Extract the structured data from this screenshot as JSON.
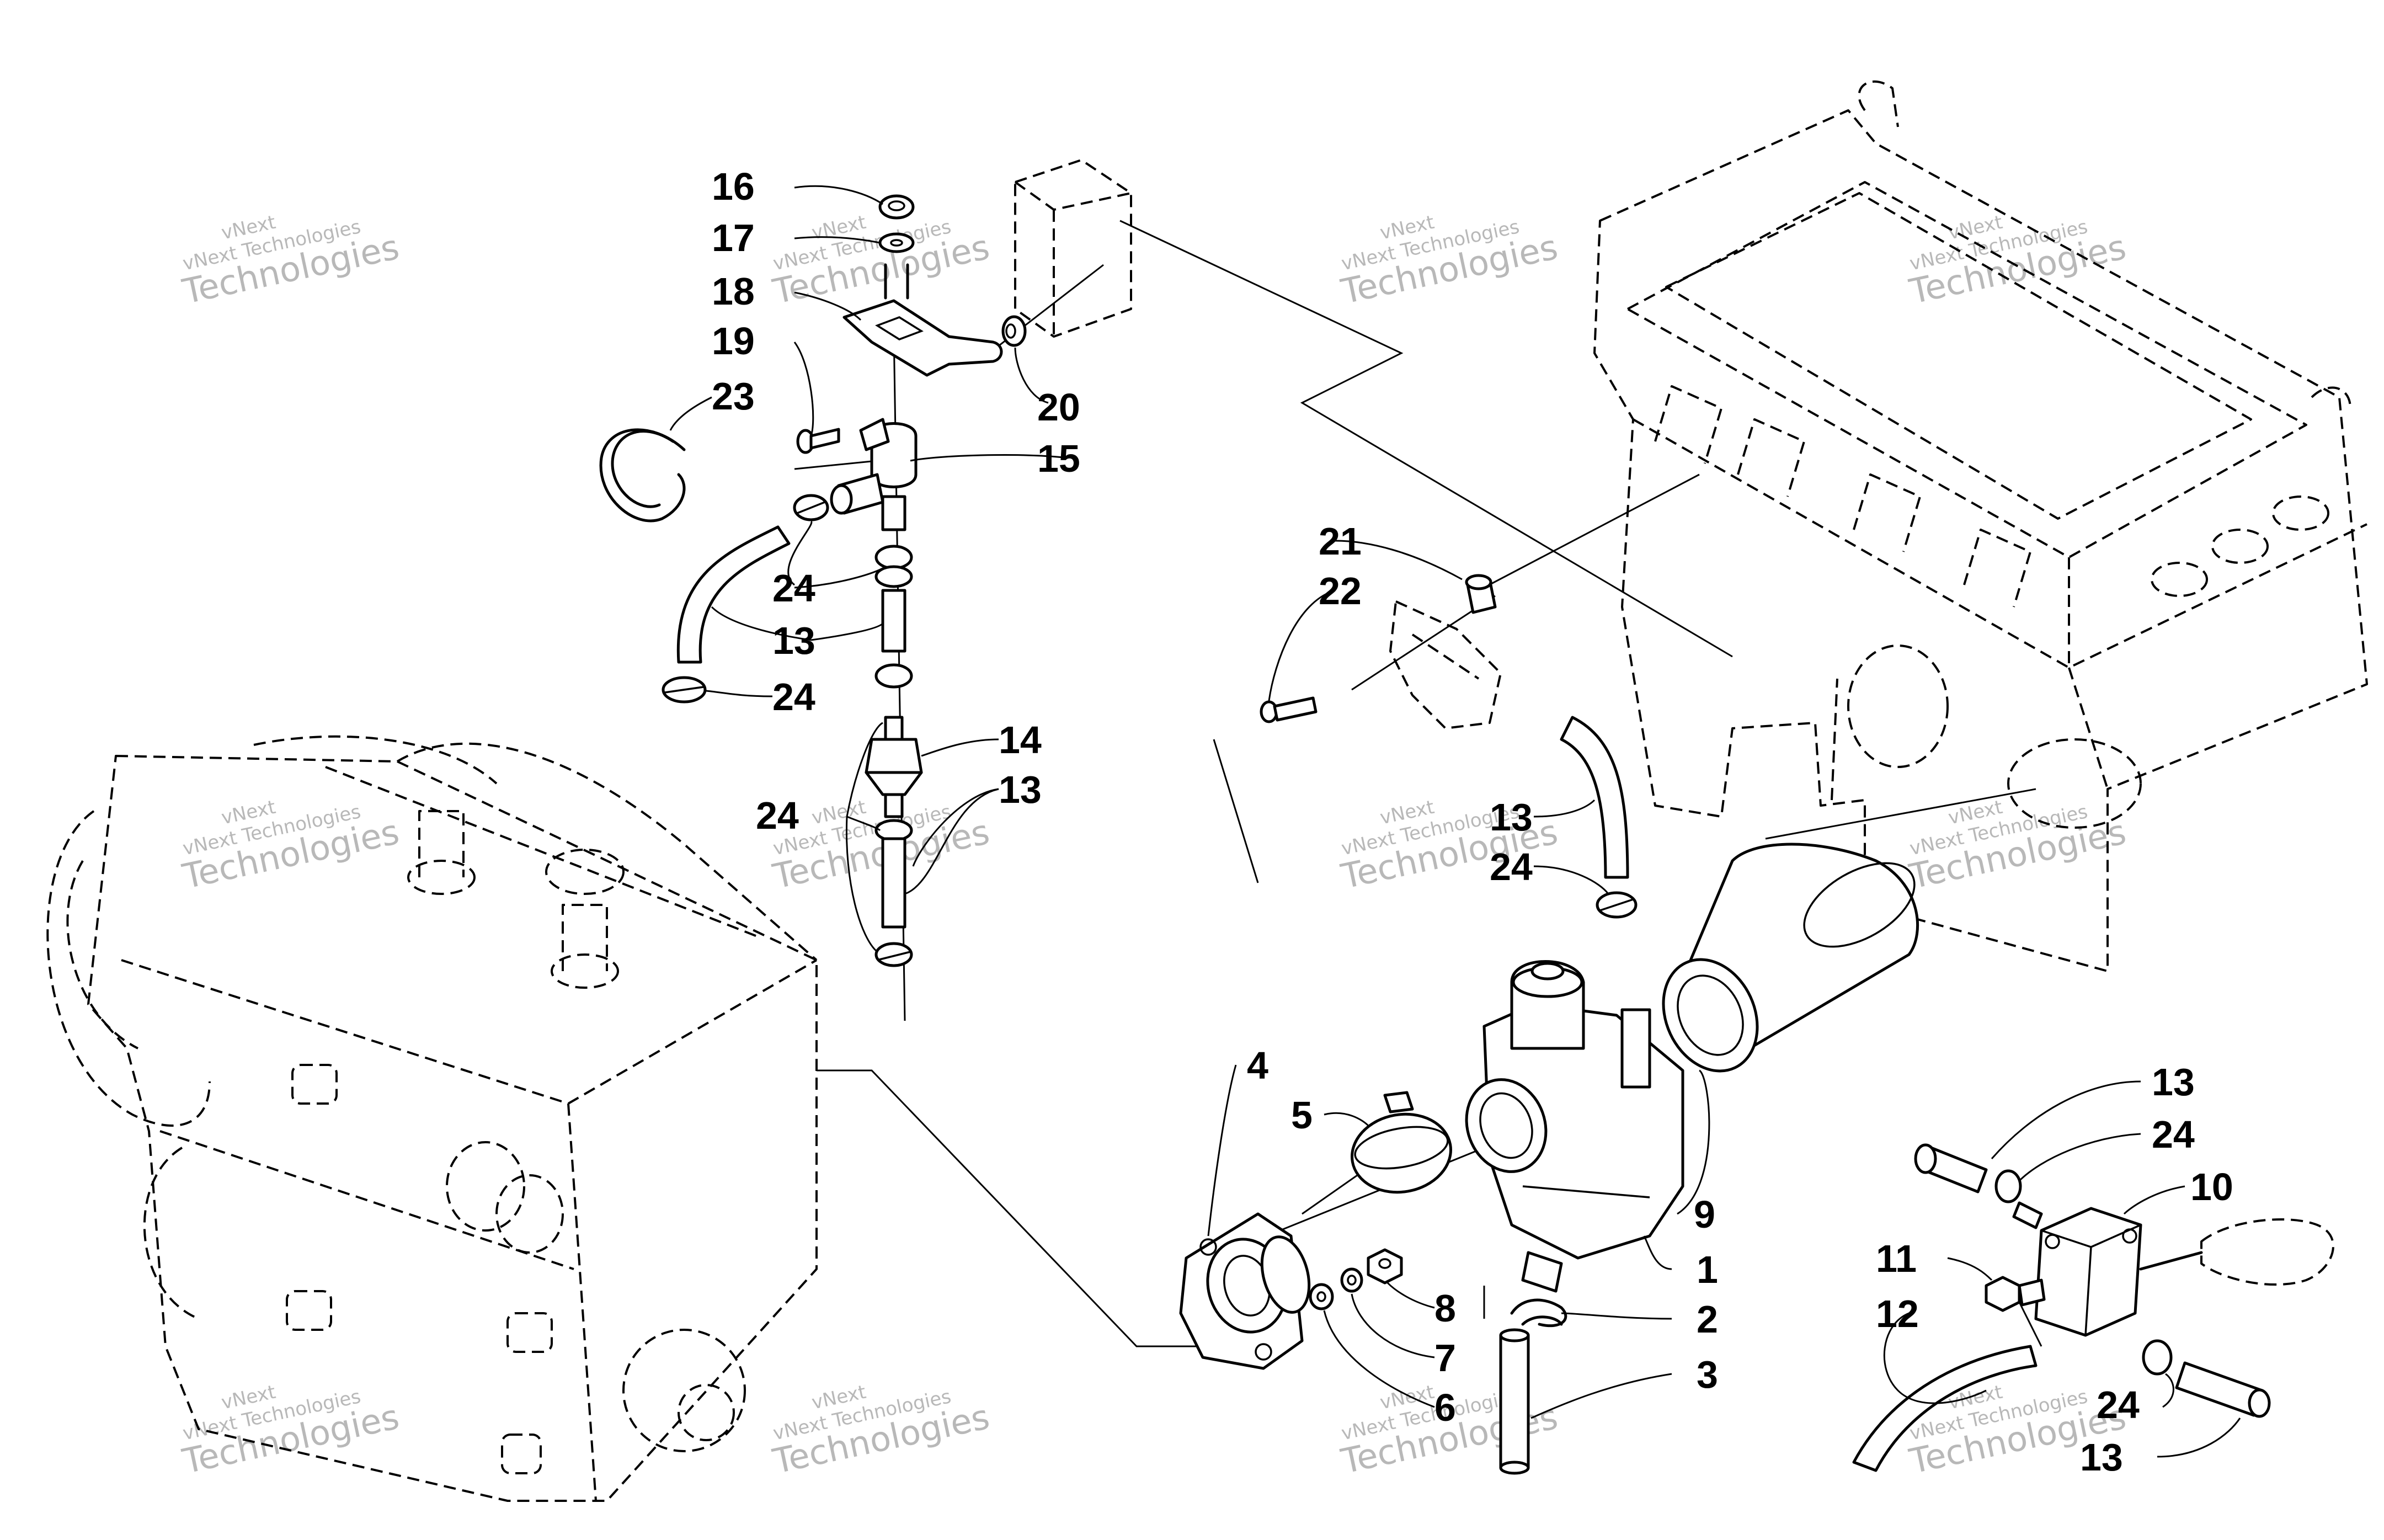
{
  "callouts": {
    "c1": "1",
    "c2": "2",
    "c3": "3",
    "c4": "4",
    "c5": "5",
    "c6": "6",
    "c7": "7",
    "c8": "8",
    "c9": "9",
    "c10": "10",
    "c11": "11",
    "c12": "12",
    "c13a": "13",
    "c13b": "13",
    "c13c": "13",
    "c13d": "13",
    "c13e": "13",
    "c14": "14",
    "c15": "15",
    "c16": "16",
    "c17": "17",
    "c18": "18",
    "c19": "19",
    "c20": "20",
    "c21": "21",
    "c22": "22",
    "c23": "23",
    "c24a": "24",
    "c24b": "24",
    "c24c": "24",
    "c24d": "24",
    "c24e": "24",
    "c24f": "24"
  },
  "watermark": {
    "line1": "vNext",
    "line2": "vNext Technologies",
    "line3": "Technologies"
  }
}
